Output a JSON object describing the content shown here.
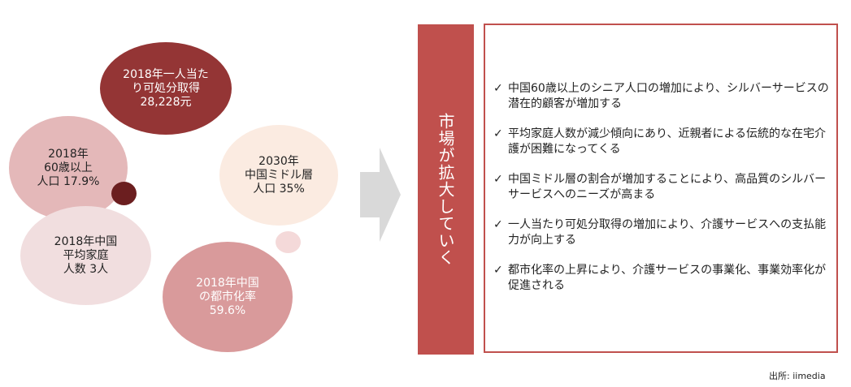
{
  "circles": {
    "income": "2018年一人当た\nり可処分取得\n28,228元",
    "elderly": "2018年\n60歳以上\n人口 17.9%",
    "middle_class": "2030年\n中国ミドル層\n人口 35%",
    "household": "2018年中国\n平均家庭\n人数 3人",
    "urbanization": "2018年中国\nの都市化率\n59.6%"
  },
  "market_label": "市場が拡大していく",
  "check_mark": "✓",
  "points": [
    "中国60歳以上のシニア人口の増加により、シルバーサービスの潜在的顧客が増加する",
    "平均家庭人数が減少傾向にあり、近親者による伝統的な在宅介護が困難になってくる",
    "中国ミドル層の割合が増加することにより、高品質のシルバーサービスへのニーズが高まる",
    "一人当たり可処分取得の増加により、介護サービスへの支払能力が向上する",
    "都市化率の上昇により、介護サービスの事業化、事業効率化が促進される"
  ],
  "source": "出所: iimedia",
  "colors": {
    "accent_red": "#c0504d",
    "dark_red": "#943535",
    "arrow_gray": "#d9d9d9"
  }
}
